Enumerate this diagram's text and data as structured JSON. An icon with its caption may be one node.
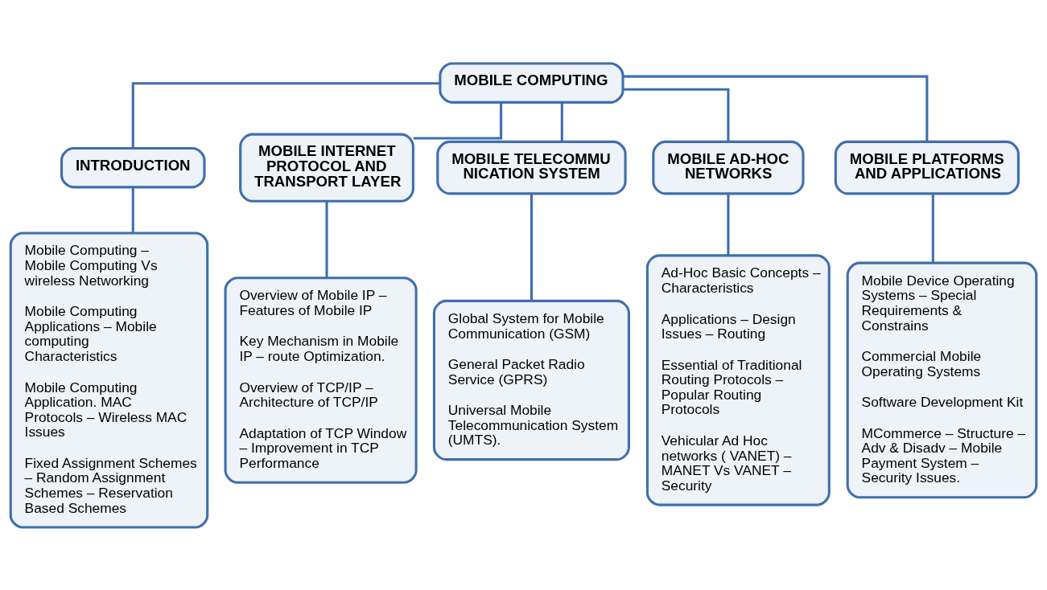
{
  "diagram": {
    "nodes": [
      {
        "text": [
          "MOBILE COMPUTING"
        ]
      },
      {
        "text": [
          "INTRODUCTION"
        ]
      },
      {
        "text": [
          "MOBILE INTERNET PROTOCOL AND TRANSPORT LAYER"
        ]
      },
      {
        "text": [
          "MOBILE TELECOMMUNICATION SYSTEM"
        ]
      },
      {
        "text": [
          "MOBILE AD-HOC NETWORKS"
        ]
      },
      {
        "text": [
          "MOBILE PLATFORMS AND APPLICATIONS"
        ]
      },
      {
        "text": [
          "Mobile Computing – Mobile Computing Vs wireless Networking",
          "Mobile Computing Applications – Mobile computing Characteristics",
          "Mobile Computing Application. MAC Protocols – Wireless MAC Issues",
          "Fixed Assignment Schemes – Random Assignment Schemes – Reservation Based Schemes"
        ]
      },
      {
        "text": [
          "Overview of Mobile IP – Features of Mobile IP",
          "Key Mechanism in Mobile IP – route Optimization.",
          "Overview of TCP/IP – Architecture of TCP/IP",
          "Adaptation of TCP Window – Improvement in TCP Performance"
        ]
      },
      {
        "text": [
          "Global System for Mobile Communication (GSM)",
          "General Packet Radio Service (GPRS)",
          "Universal Mobile Telecommunication System (UMTS)."
        ]
      },
      {
        "text": [
          "Ad-Hoc Basic Concepts – Characteristics",
          "Applications – Design Issues – Routing",
          "Essential of Traditional Routing Protocols – Popular Routing Protocols",
          "Vehicular Ad Hoc networks ( VANET) – MANET Vs VANET – Security"
        ]
      },
      {
        "text": [
          "Mobile Device Operating Systems – Special Requirements & Constrains",
          "Commercial Mobile Operating Systems",
          "Software Development Kit",
          "MCommerce – Structure – Adv & Disadv – Mobile Payment System – Security Issues."
        ]
      }
    ],
    "edges": [
      {
        "from": 0,
        "to": 1,
        "arrow": "none"
      },
      {
        "from": 0,
        "to": 2,
        "arrow": "none"
      },
      {
        "from": 0,
        "to": 3,
        "arrow": "none"
      },
      {
        "from": 0,
        "to": 4,
        "arrow": "none"
      },
      {
        "from": 0,
        "to": 5,
        "arrow": "none"
      },
      {
        "from": 1,
        "to": 6,
        "arrow": "none"
      },
      {
        "from": 2,
        "to": 7,
        "arrow": "none"
      },
      {
        "from": 3,
        "to": 8,
        "arrow": "none"
      },
      {
        "from": 4,
        "to": 9,
        "arrow": "none"
      },
      {
        "from": 5,
        "to": 10,
        "arrow": "none"
      }
    ]
  }
}
